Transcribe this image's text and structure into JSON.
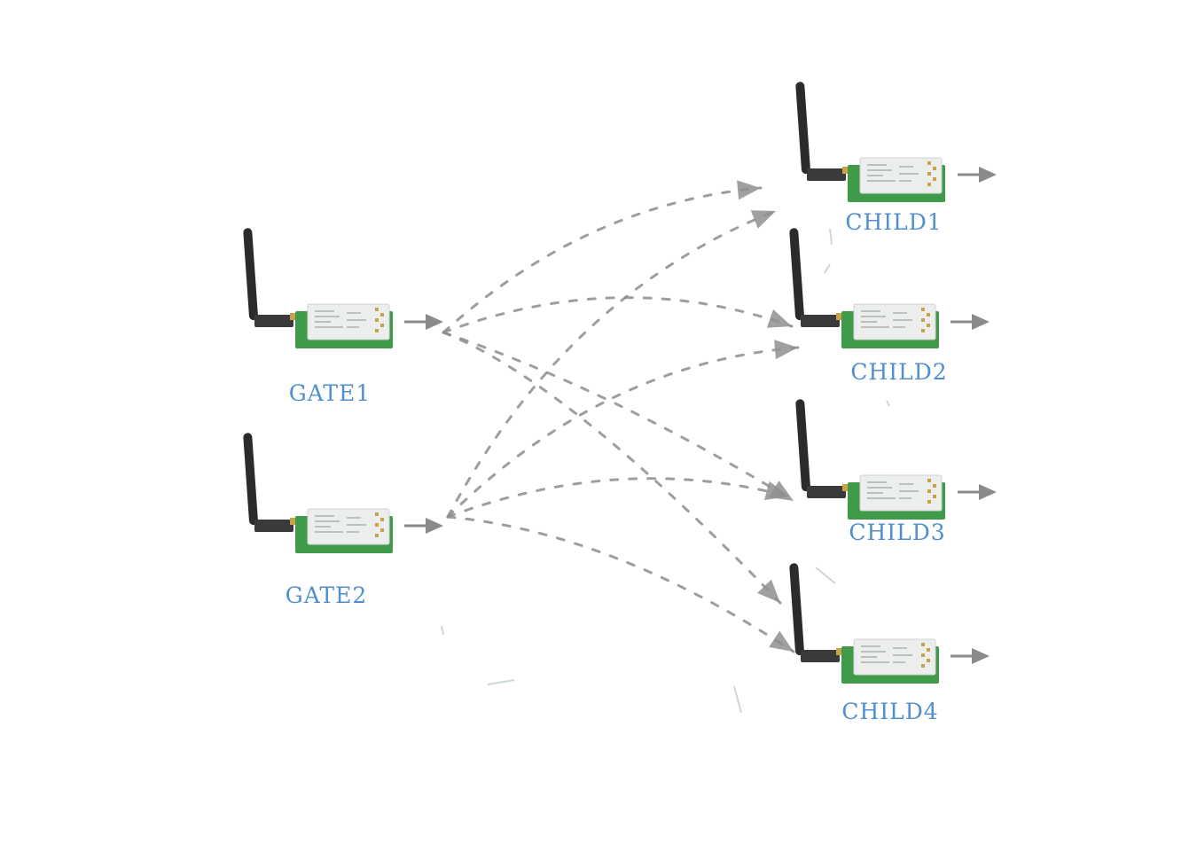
{
  "nodes": {
    "gate1": {
      "label": "GATE1"
    },
    "gate2": {
      "label": "GATE2"
    },
    "child1": {
      "label": "CHILD1"
    },
    "child2": {
      "label": "CHILD2"
    },
    "child3": {
      "label": "CHILD3"
    },
    "child4": {
      "label": "CHILD4"
    }
  },
  "links": [
    {
      "from": "gate1",
      "to": "child1"
    },
    {
      "from": "gate1",
      "to": "child2"
    },
    {
      "from": "gate1",
      "to": "child3"
    },
    {
      "from": "gate1",
      "to": "child4"
    },
    {
      "from": "gate2",
      "to": "child1"
    },
    {
      "from": "gate2",
      "to": "child2"
    },
    {
      "from": "gate2",
      "to": "child3"
    },
    {
      "from": "gate2",
      "to": "child4"
    }
  ],
  "icons": {
    "device": "wireless-module-icon",
    "output": "arrow-right-icon"
  },
  "colors": {
    "label": "#4f8fcf",
    "link": "#8d8d8d",
    "pcb": "#3f9a4a",
    "antenna": "#2b2b2b"
  }
}
